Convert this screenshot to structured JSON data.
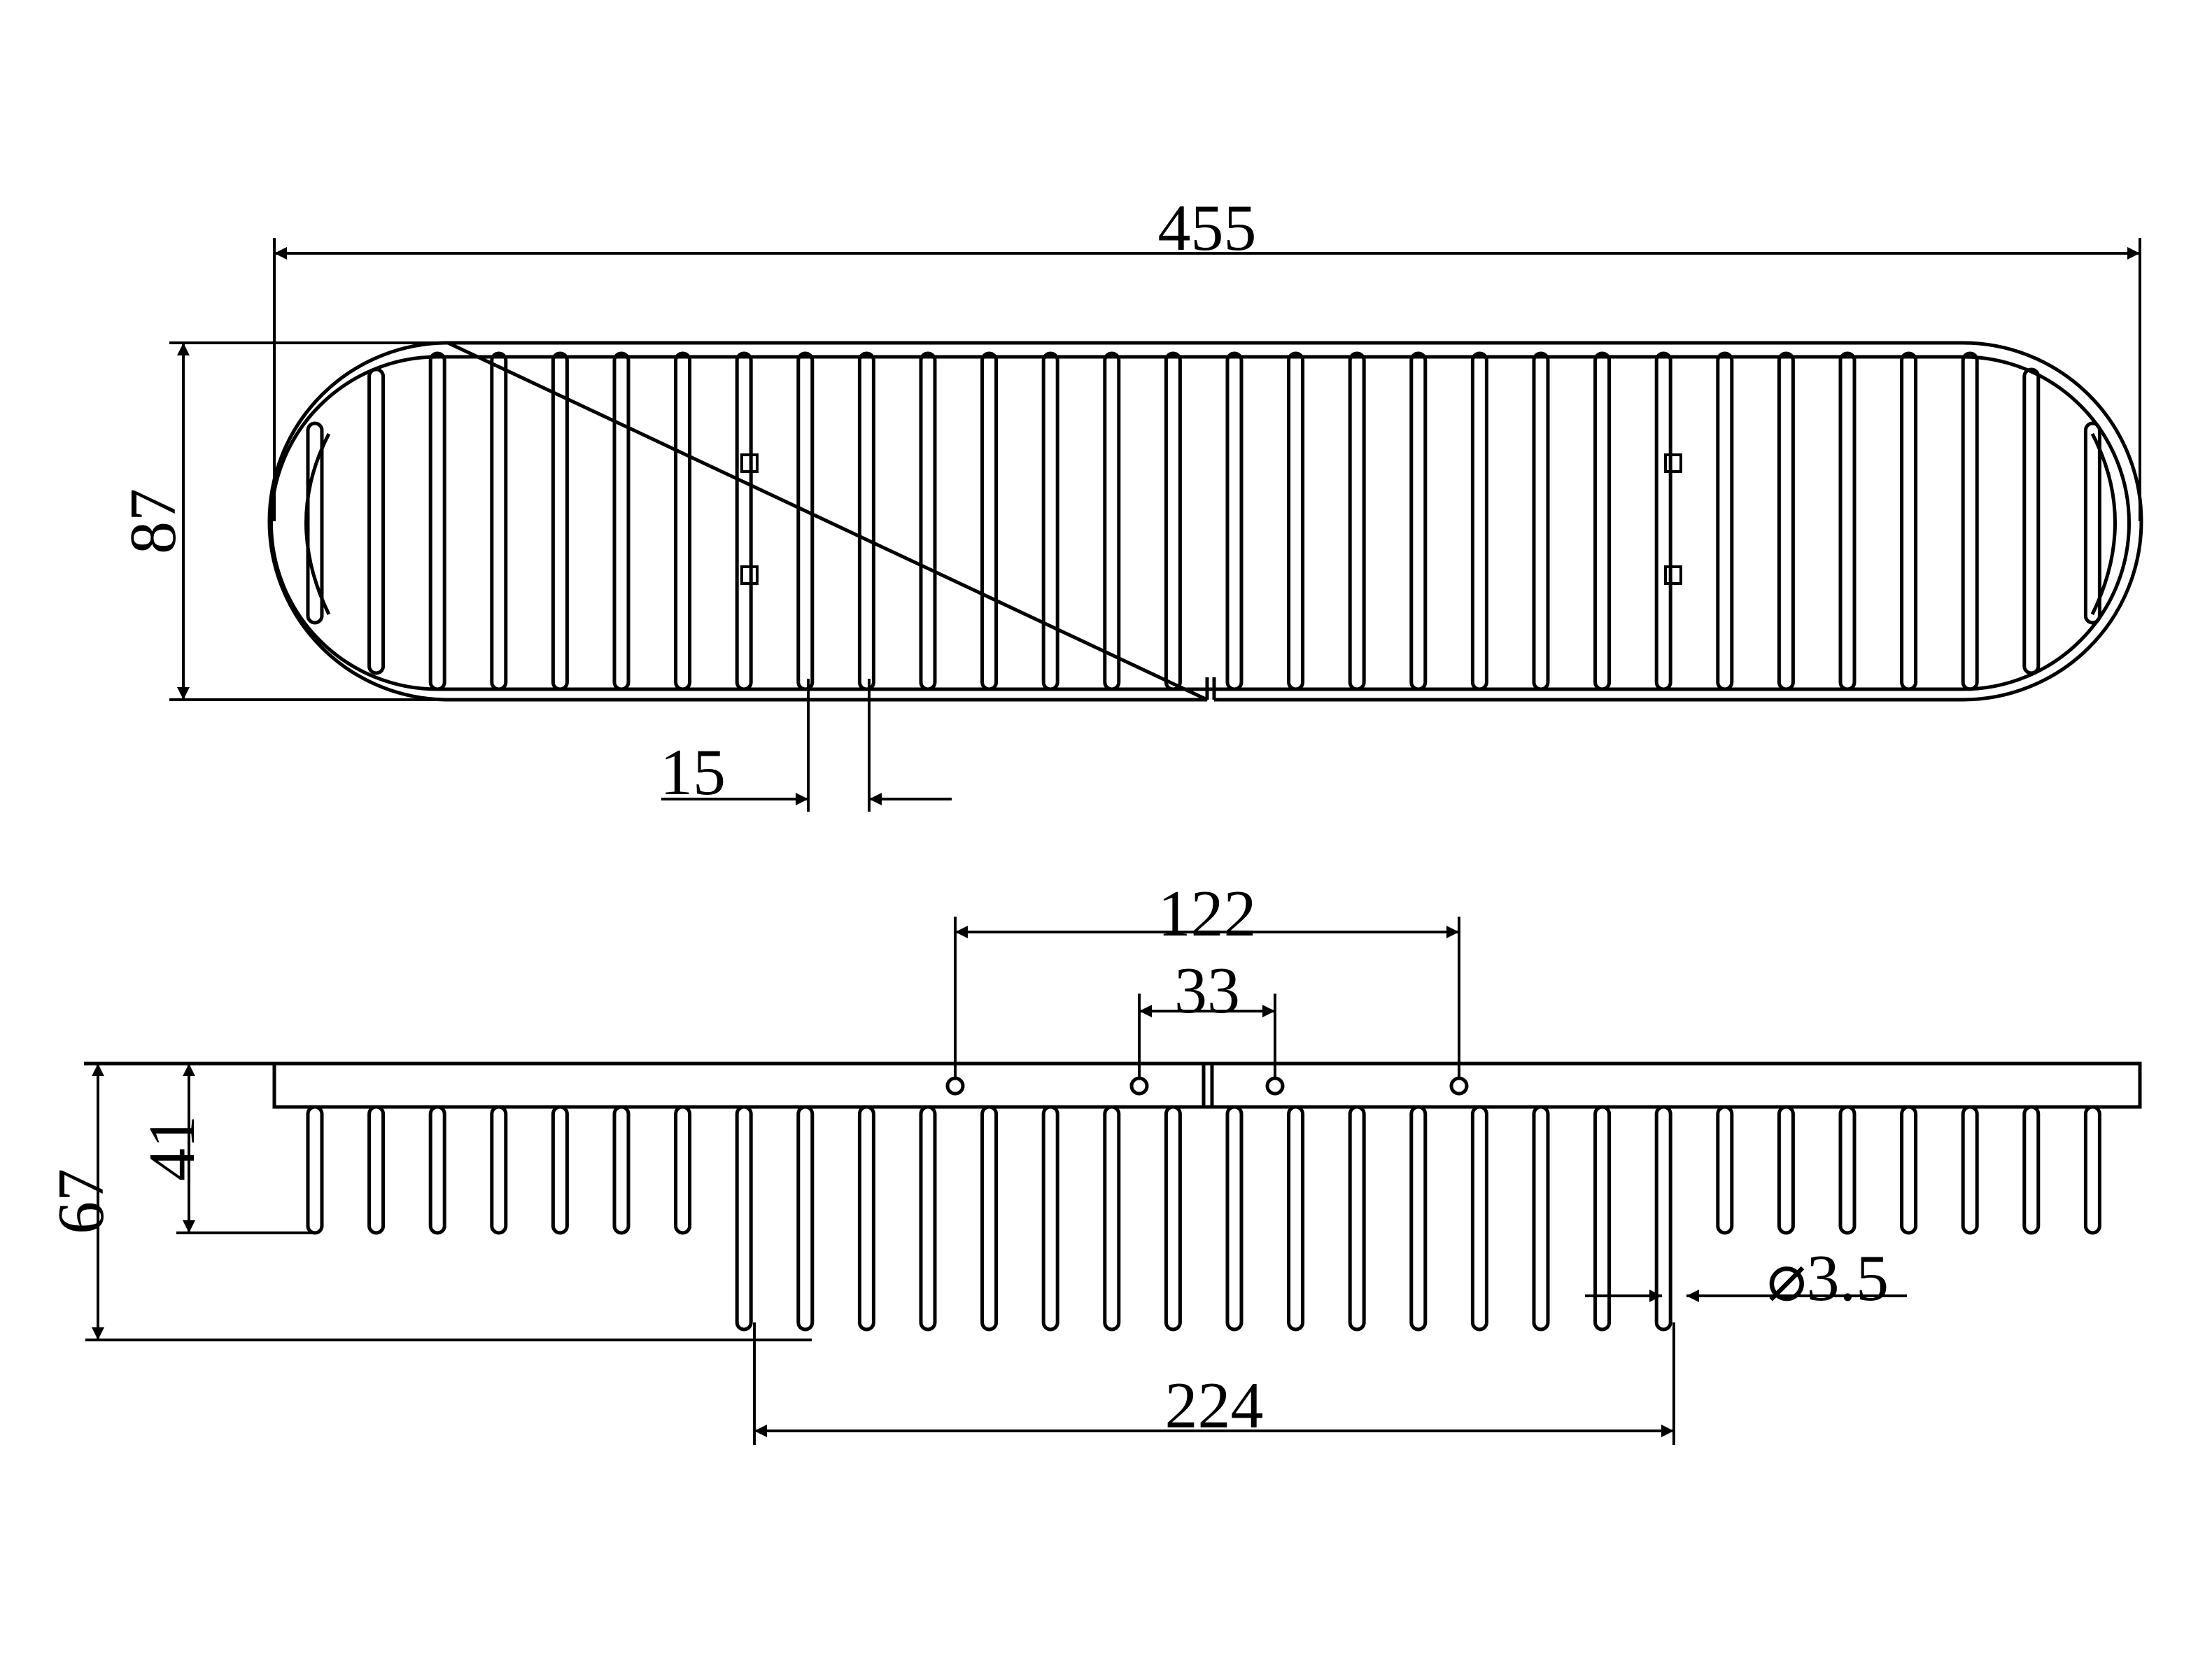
{
  "drawing": {
    "line_color": "#000000",
    "background": "#ffffff",
    "top_view": {
      "overall_length": "455",
      "overall_depth": "87",
      "wire_pitch": "15"
    },
    "side_view": {
      "hole_spacing_outer": "122",
      "hole_spacing_inner": "33",
      "height_short_wires": "41",
      "height_total": "67",
      "wire_diameter": "⌀3.5",
      "long_wire_span": "224"
    }
  }
}
